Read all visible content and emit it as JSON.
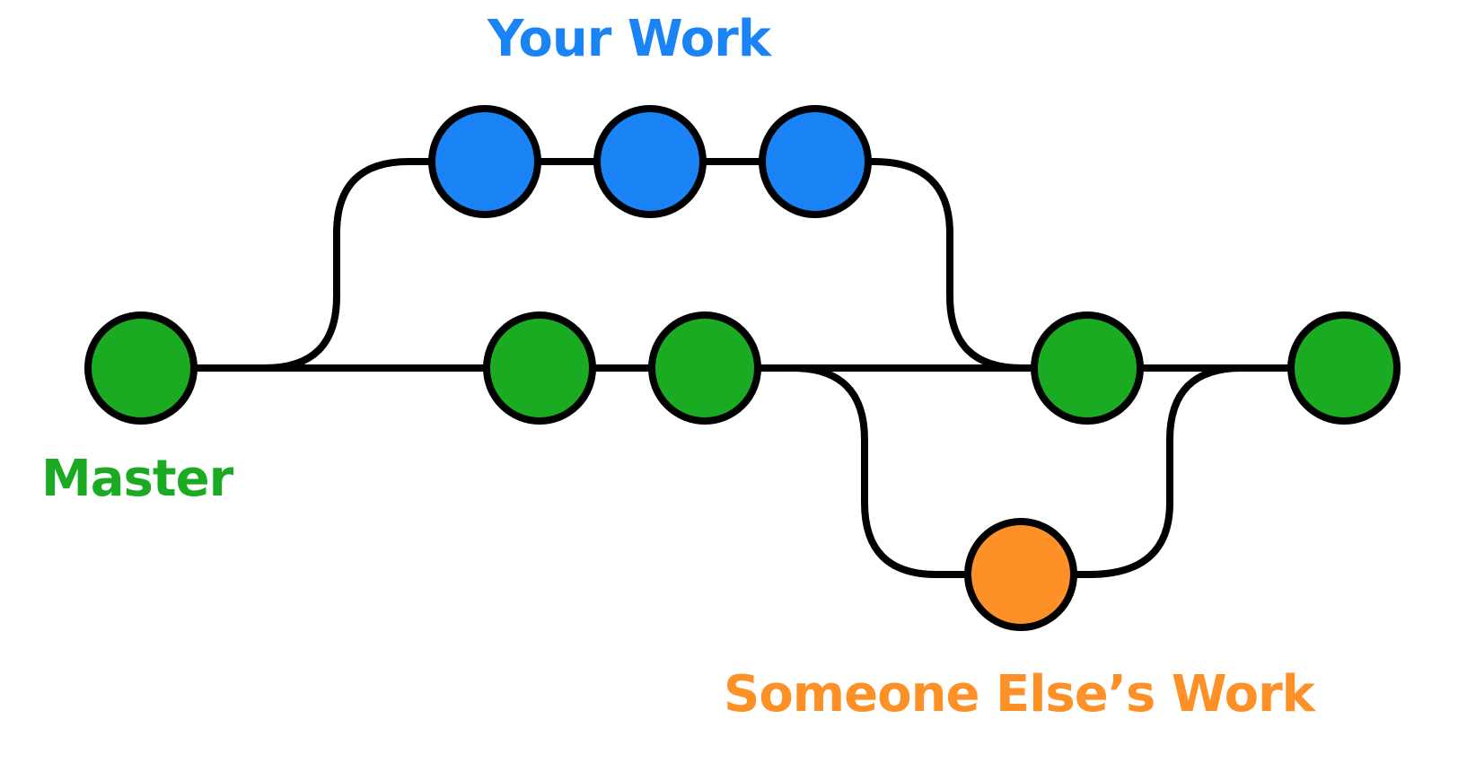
{
  "labels": {
    "your_work": "Your Work",
    "master": "Master",
    "someone_else": "Someone Else’s Work"
  },
  "colors": {
    "your_work": "#1a84f7",
    "master": "#1aab22",
    "someone_else": "#fd9127",
    "line": "#000000"
  }
}
